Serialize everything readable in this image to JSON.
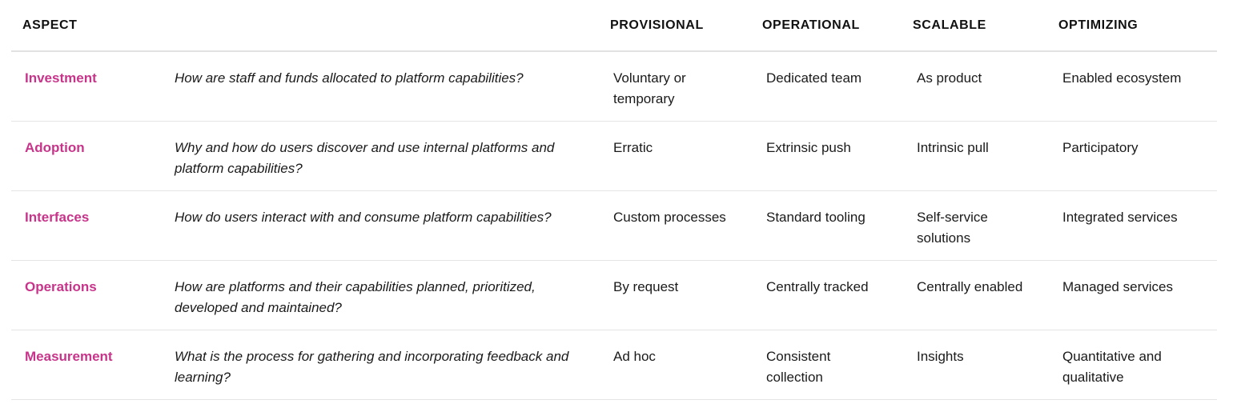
{
  "headers": {
    "aspect": "ASPECT",
    "question": "",
    "provisional": "PROVISIONAL",
    "operational": "OPERATIONAL",
    "scalable": "SCALABLE",
    "optimizing": "OPTIMIZING"
  },
  "rows": [
    {
      "aspect": "Investment",
      "question": "How are staff and funds allocated to platform capabilities?",
      "provisional": "Voluntary or temporary",
      "operational": "Dedicated team",
      "scalable": "As product",
      "optimizing": "Enabled ecosystem"
    },
    {
      "aspect": "Adoption",
      "question": "Why and how do users discover and use internal platforms and platform capabilities?",
      "provisional": "Erratic",
      "operational": "Extrinsic push",
      "scalable": "Intrinsic pull",
      "optimizing": "Participatory"
    },
    {
      "aspect": "Interfaces",
      "question": "How do users interact with and consume platform capabilities?",
      "provisional": "Custom processes",
      "operational": "Standard tooling",
      "scalable": "Self-service solutions",
      "optimizing": "Integrated services"
    },
    {
      "aspect": "Operations",
      "question": "How are platforms and their capabilities planned, prioritized, developed and maintained?",
      "provisional": "By request",
      "operational": "Centrally tracked",
      "scalable": "Centrally enabled",
      "optimizing": "Managed services"
    },
    {
      "aspect": "Measurement",
      "question": "What is the process for gathering and incorporating feedback and learning?",
      "provisional": "Ad hoc",
      "operational": "Consistent collection",
      "scalable": "Insights",
      "optimizing": "Quantitative and qualitative"
    }
  ],
  "colors": {
    "aspect_accent": "#c7348a",
    "text": "#1a1a1a",
    "divider": "#e4e4e4"
  }
}
